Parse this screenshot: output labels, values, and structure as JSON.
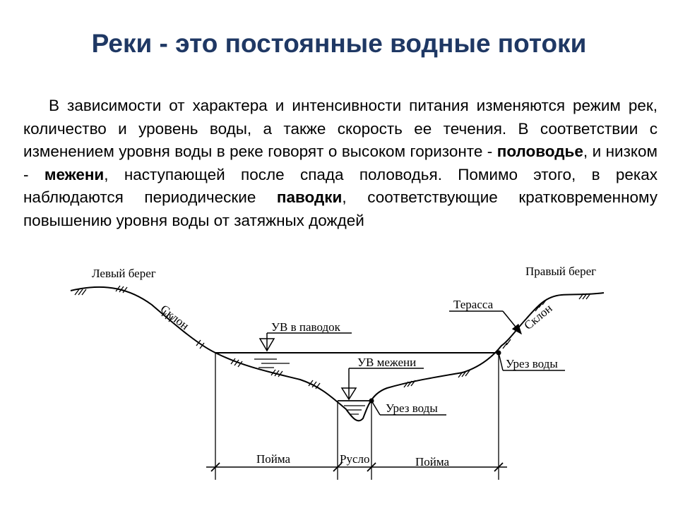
{
  "title": "Реки - это постоянные водные потоки",
  "paragraph": {
    "part1": "В зависимости от характера и интенсивности питания изменяются режим рек, количество и уровень воды, а также скорость ее течения. В соответствии с изменением уровня воды в реке говорят о высоком горизонте - ",
    "term1": "половодье",
    "part2": ", и низком - ",
    "term2": "межени",
    "part3": ", наступающей после спада половодья. Помимо этого, в реках наблюдаются периодические ",
    "term3": "паводки",
    "part4": ", соответствующие кратковременному повышению уровня воды от затяжных дождей"
  },
  "diagram": {
    "left_bank": "Левый берег",
    "right_bank": "Правый берег",
    "slope_left": "Склон",
    "slope_right": "Склон",
    "terrace": "Терасса",
    "flood_level": "УВ в паводок",
    "low_level": "УВ межени",
    "waterline_right": "Урез воды",
    "waterline_channel": "Урез воды",
    "floodplain_left": "Пойма",
    "channel": "Русло",
    "floodplain_right": "Пойма"
  }
}
